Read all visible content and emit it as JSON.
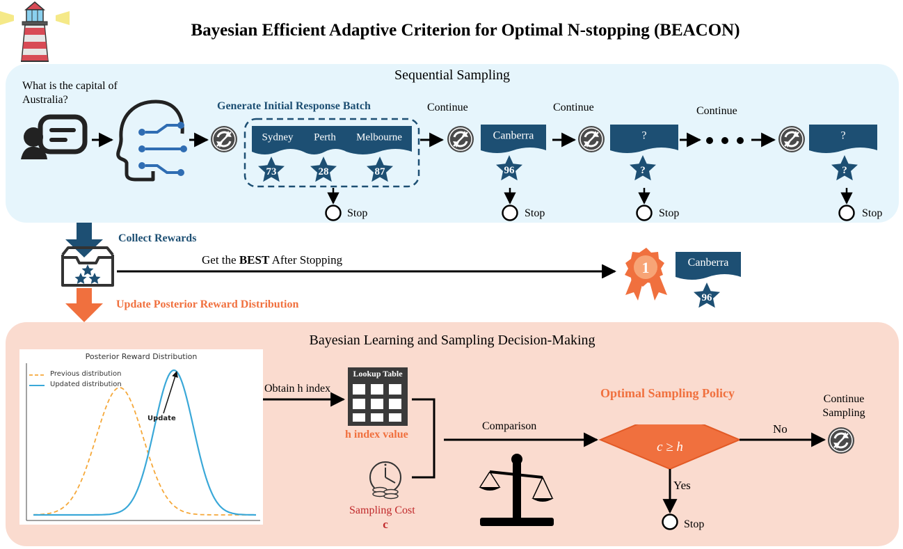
{
  "title": "Bayesian Efficient Adaptive Criterion for Optimal N-stopping (BEACON)",
  "top_panel": {
    "title": "Sequential Sampling",
    "question": "What is the capital of Australia?",
    "batch_label": "Generate Initial Response Batch",
    "batch": [
      {
        "answer": "Sydney",
        "reward": "73"
      },
      {
        "answer": "Perth",
        "reward": "28"
      },
      {
        "answer": "Melbourne",
        "reward": "87"
      }
    ],
    "continue_label": "Continue",
    "stop_label": "Stop",
    "sequence": [
      {
        "answer": "Canberra",
        "reward": "96"
      },
      {
        "answer": "?",
        "reward": "?"
      },
      {
        "answer": "?",
        "reward": "?"
      }
    ]
  },
  "middle": {
    "collect_rewards": "Collect Rewards",
    "update_posterior": "Update Posterior Reward Distribution",
    "get_best_pre": "Get the ",
    "get_best_bold": "BEST",
    "get_best_post": " After Stopping",
    "medal_rank": "1",
    "best_answer": "Canberra",
    "best_reward": "96"
  },
  "bottom_panel": {
    "title": "Bayesian Learning and Sampling Decision-Making",
    "plot_title": "Posterior Reward Distribution",
    "legend_previous": "Previous distribution",
    "legend_updated": "Updated distribution",
    "update_label": "Update",
    "obtain_h": "Obtain h index",
    "lookup_table": "Lookup Table",
    "h_index_value": "h index value",
    "sampling_cost": "Sampling Cost",
    "cost_symbol": "c",
    "comparison": "Comparison",
    "policy_title": "Optimal Sampling Policy",
    "condition": "c ≥ h",
    "no_label": "No",
    "yes_label": "Yes",
    "continue_sampling_1": "Continue",
    "continue_sampling_2": "Sampling",
    "stop_label": "Stop"
  },
  "colors": {
    "navy": "#1d4f73",
    "orange": "#f0703e",
    "top_panel_bg": "#e6f5fc",
    "bottom_panel_bg": "#fadbcf",
    "previous_curve": "#f5a83a",
    "updated_curve": "#3aa8d8"
  }
}
